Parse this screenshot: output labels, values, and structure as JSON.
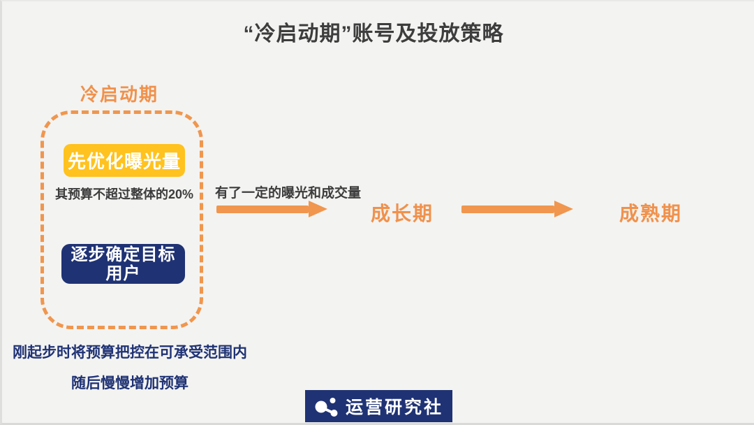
{
  "title": "“冷启动期”账号及投放策略",
  "cold_start": {
    "label": "冷启动期",
    "step1_label": "先优化曝光量",
    "step1_note": "其预算不超过整体的20%",
    "step2_line1": "逐步确定目标",
    "step2_line2": "用户"
  },
  "flow": {
    "arrow1_caption": "有了一定的曝光和成交量",
    "stage2_label": "成长期",
    "stage3_label": "成熟期"
  },
  "footnote": {
    "line1": "刚起步时将预算把控在可承受范围内",
    "line2": "随后慢慢增加预算"
  },
  "logo": {
    "text": "运营研究社",
    "icon": "share-molecule-icon"
  },
  "colors": {
    "orange": "#F0964E",
    "orange_text": "#F0914C",
    "yellow": "#FFC21E",
    "navy": "#1F3274",
    "ink": "#3C3C3C",
    "background": "#F3F3F1"
  }
}
